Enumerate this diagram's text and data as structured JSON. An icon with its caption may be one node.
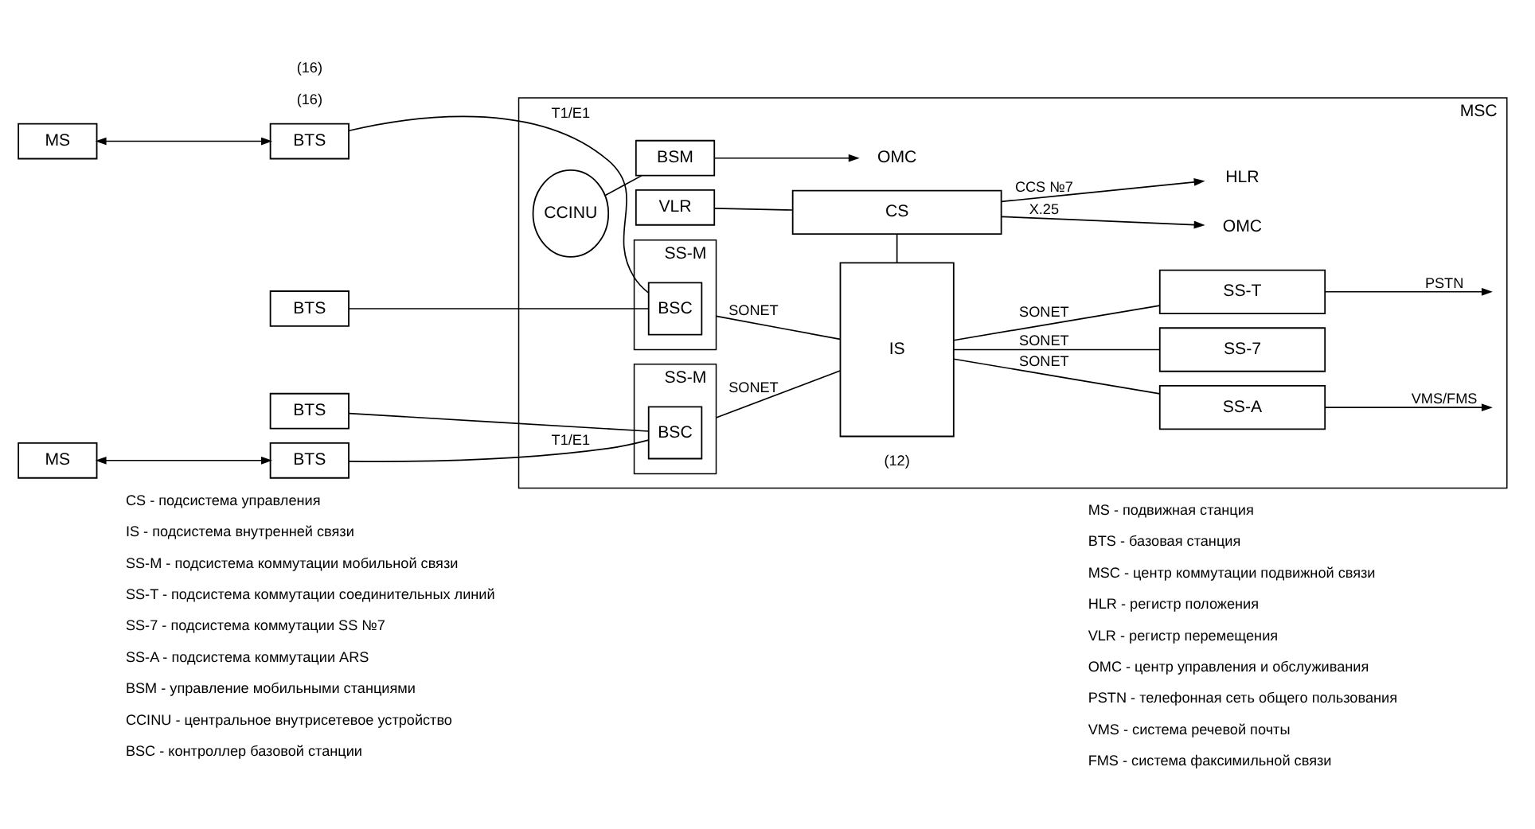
{
  "diagram": {
    "nodes": [
      {
        "text": [
          "MS"
        ]
      },
      {
        "text": [
          "BTS"
        ]
      },
      {
        "text": [
          "BTS"
        ]
      },
      {
        "text": [
          "BTS"
        ]
      },
      {
        "text": [
          "BTS"
        ]
      },
      {
        "text": [
          "MS"
        ]
      },
      {
        "text": [
          "MSC"
        ]
      },
      {
        "text": [
          "VLR"
        ],
        "in": 6
      },
      {
        "text": [
          "CS"
        ],
        "in": 6
      },
      {
        "text": [
          "HLR"
        ],
        "in": 6
      },
      {
        "text": [
          "OMC"
        ],
        "in": 6
      },
      {
        "text": [
          "SS-M"
        ],
        "in": 6
      },
      {
        "text": [
          "BSC"
        ],
        "in": 11
      },
      {
        "text": [
          "CCINU"
        ],
        "in": 6
      },
      {
        "text": [
          "BSM"
        ],
        "in": 6
      },
      {
        "text": [
          "OMC"
        ],
        "in": 6
      },
      {
        "text": [
          "SS-M"
        ],
        "in": 6
      },
      {
        "text": [
          "BSC"
        ],
        "in": 16
      },
      {
        "text": [
          "IS"
        ],
        "in": 6
      },
      {
        "text": [
          "SS-T"
        ],
        "in": 6
      },
      {
        "text": [
          "SS-7"
        ],
        "in": 6
      },
      {
        "text": [
          "SS-A"
        ],
        "in": 6
      }
    ],
    "edges": [
      {
        "from": 0,
        "to": 1,
        "arrow": "both"
      },
      {
        "from": 1,
        "to": 12,
        "arrow": "none",
        "label": "T1/E1"
      },
      {
        "from": 2,
        "to": 12,
        "arrow": "none"
      },
      {
        "from": 3,
        "to": 17,
        "arrow": "none"
      },
      {
        "from": 4,
        "to": 17,
        "arrow": "none",
        "label": "T1/E1"
      },
      {
        "from": 5,
        "to": 4,
        "arrow": "both"
      },
      {
        "from": 7,
        "to": 8,
        "arrow": "none"
      },
      {
        "from": 8,
        "to": 9,
        "arrow": "to",
        "label": "CCS №7"
      },
      {
        "from": 8,
        "to": 10,
        "arrow": "to",
        "label": "X.25"
      },
      {
        "from": 18,
        "to": 8,
        "arrow": "none"
      },
      {
        "from": 11,
        "to": 18,
        "arrow": "none",
        "label": "SONET"
      },
      {
        "from": 13,
        "to": 14,
        "arrow": "none"
      },
      {
        "from": 14,
        "to": 15,
        "arrow": "to"
      },
      {
        "from": 16,
        "to": 18,
        "arrow": "none",
        "label": "SONET"
      },
      {
        "from": 18,
        "to": 19,
        "arrow": "none",
        "label": "SONET"
      },
      {
        "from": 18,
        "to": 20,
        "arrow": "none",
        "label": "SONET"
      },
      {
        "from": 18,
        "to": 21,
        "arrow": "none",
        "label": "SONET"
      },
      {
        "from": 19,
        "to": null,
        "arrow": "to",
        "label": "PSTN"
      },
      {
        "from": 21,
        "to": null,
        "arrow": "to",
        "label": "VMS/FMS"
      }
    ],
    "labels": [
      "(16)",
      "(16)",
      "(12)",
      "CS - подсистема управления",
      "IS - подсистема внутренней связи",
      "SS-M - подсистема коммутации мобильной связи",
      "SS-T - подсистема коммутации соединительных линий",
      "SS-7 - подсистема коммутации SS №7",
      "SS-A - подсистема коммутации ARS",
      "BSM - управление мобильными станциями",
      "CCINU - центральное внутрисетевое устройство",
      "BSC - контроллер базовой станции",
      "MS - подвижная станция",
      "BTS - базовая станция",
      "MSC - центр коммутации подвижной связи",
      "HLR - регистр положения",
      "VLR - регистр перемещения",
      "OMC - центр управления и обслуживания",
      "PSTN - телефонная сеть общего пользования",
      "VMS - система речевой почты",
      "FMS - система факсимильной связи"
    ]
  }
}
